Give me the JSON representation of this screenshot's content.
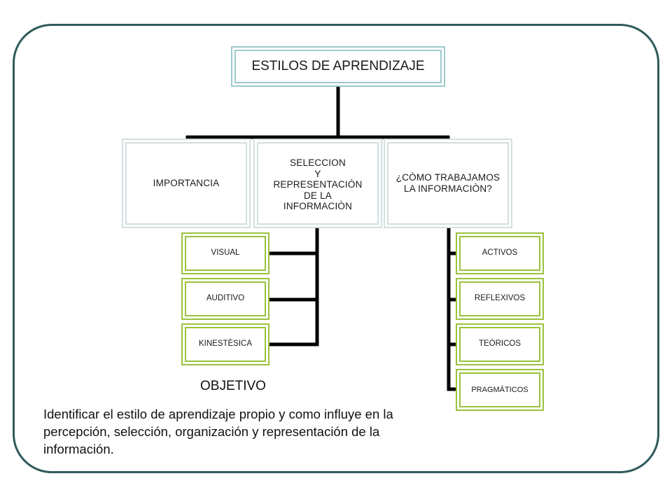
{
  "diagram": {
    "root": "ESTILOS DE APRENDIZAJE",
    "categories": [
      "IMPORTANCIA",
      "SELECCION\nY\nREPRESENTACIÓN\nDE LA\nINFORMACIÒN",
      "¿CÒMO TRABAJAMOS\nLA INFORMACIÒN?"
    ],
    "selection_items": [
      "VISUAL",
      "AUDITIVO",
      "KINESTÈSICA"
    ],
    "work_items": [
      "ACTIVOS",
      "REFLEXIVOS",
      "TEÓRICOS",
      "PRAGMÁTICOS"
    ]
  },
  "objective": {
    "title": "OBJETIVO",
    "text": "Identificar el estilo de aprendizaje propio y como influye en la percepción, selección, organización y representación de la información."
  }
}
